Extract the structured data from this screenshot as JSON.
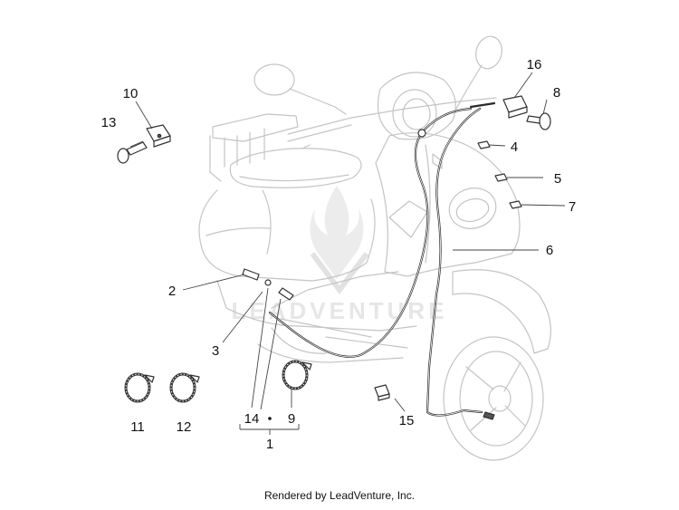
{
  "callouts": {
    "c1": "1",
    "c2": "2",
    "c3": "3",
    "c4": "4",
    "c5": "5",
    "c6": "6",
    "c7": "7",
    "c8": "8",
    "c9": "9",
    "c10": "10",
    "c11": "11",
    "c12": "12",
    "c13": "13",
    "c14": "14",
    "c15": "15",
    "c16": "16"
  },
  "watermark": "LEADVENTURE",
  "footer": "Rendered by LeadVenture, Inc."
}
